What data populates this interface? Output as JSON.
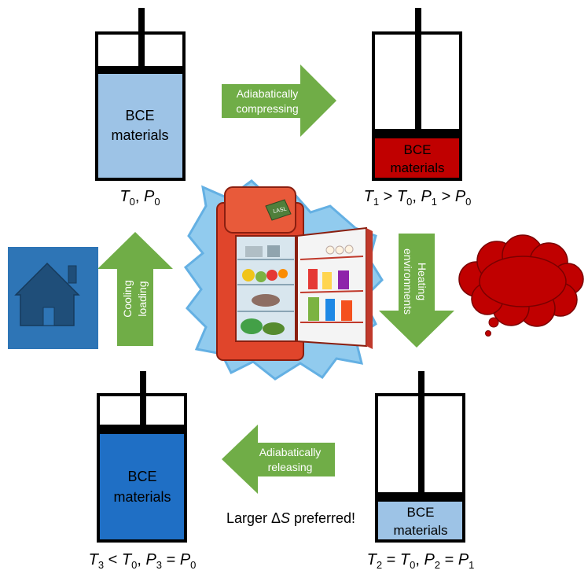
{
  "diagram": {
    "top_left": {
      "material_line1": "BCE",
      "material_line2": "materials",
      "state_T": "T",
      "state_T_sub": "0",
      "state_sep": ", ",
      "state_P": "P",
      "state_P_sub": "0"
    },
    "top_right": {
      "material_line1": "BCE",
      "material_line2": "materials",
      "T": "T",
      "T_sub": "1",
      "T_rel": " > ",
      "T_ref": "T",
      "T_ref_sub": "0",
      "sep": ", ",
      "P": "P",
      "P_sub": "1",
      "P_rel": " > ",
      "P_ref": "P",
      "P_ref_sub": "0"
    },
    "bottom_right": {
      "material_line1": "BCE",
      "material_line2": "materials",
      "T": "T",
      "T_sub": "2",
      "T_rel": " = ",
      "T_ref": "T",
      "T_ref_sub": "0",
      "sep": ", ",
      "P": "P",
      "P_sub": "2",
      "P_rel": " = ",
      "P_ref": "P",
      "P_ref_sub": "1"
    },
    "bottom_left": {
      "material_line1": "BCE",
      "material_line2": "materials",
      "T": "T",
      "T_sub": "3",
      "T_rel": " < ",
      "T_ref": "T",
      "T_ref_sub": "0",
      "sep": ", ",
      "P": "P",
      "P_sub": "3",
      "P_rel": " = ",
      "P_ref": "P",
      "P_ref_sub": "0"
    },
    "arrows": {
      "compress_line1": "Adiabatically",
      "compress_line2": "compressing",
      "heat_line1": "Heating",
      "heat_line2": "environments",
      "release_line1": "Adiabatically",
      "release_line2": "releasing",
      "cool_line1": "Cooling",
      "cool_line2": "loading"
    },
    "note_prefix": "Larger Δ",
    "note_symbol": "S",
    "note_suffix": " preferred!",
    "fridge_badge": "LASL"
  },
  "colors": {
    "light_blue_fill": "#9dc3e6",
    "red_fill": "#c00000",
    "dark_blue_fill": "#1f6fc5",
    "arrow_green": "#70ad47",
    "house_bg": "#2e75b6",
    "house_dark": "#1f4e79",
    "cloud_red": "#c00000",
    "fridge_red": "#e0452b",
    "splash_blue": "#4aa3df"
  }
}
